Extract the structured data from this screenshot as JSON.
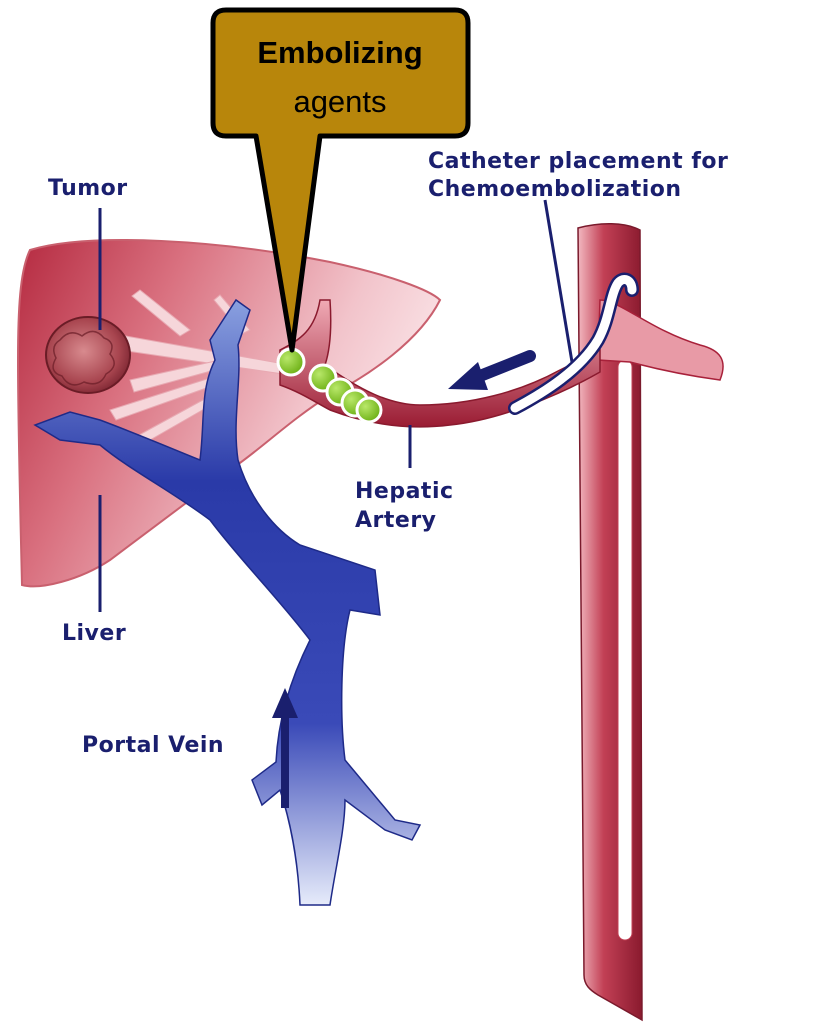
{
  "callout": {
    "title": "Embolizing",
    "subtitle": "agents",
    "fill_color": "#b8860b",
    "bead_color": "#7ec41a"
  },
  "labels": {
    "catheter_line1": "Catheter placement for",
    "catheter_line2": "Chemoembolization",
    "tumor": "Tumor",
    "hepatic_line1": "Hepatic",
    "hepatic_line2": "Artery",
    "liver": "Liver",
    "portal_vein": "Portal Vein"
  },
  "colors": {
    "artery": "#a8213a",
    "liver": "#e9a3ad",
    "vein": "#2a3aa8",
    "label": "#1a1f6e"
  }
}
